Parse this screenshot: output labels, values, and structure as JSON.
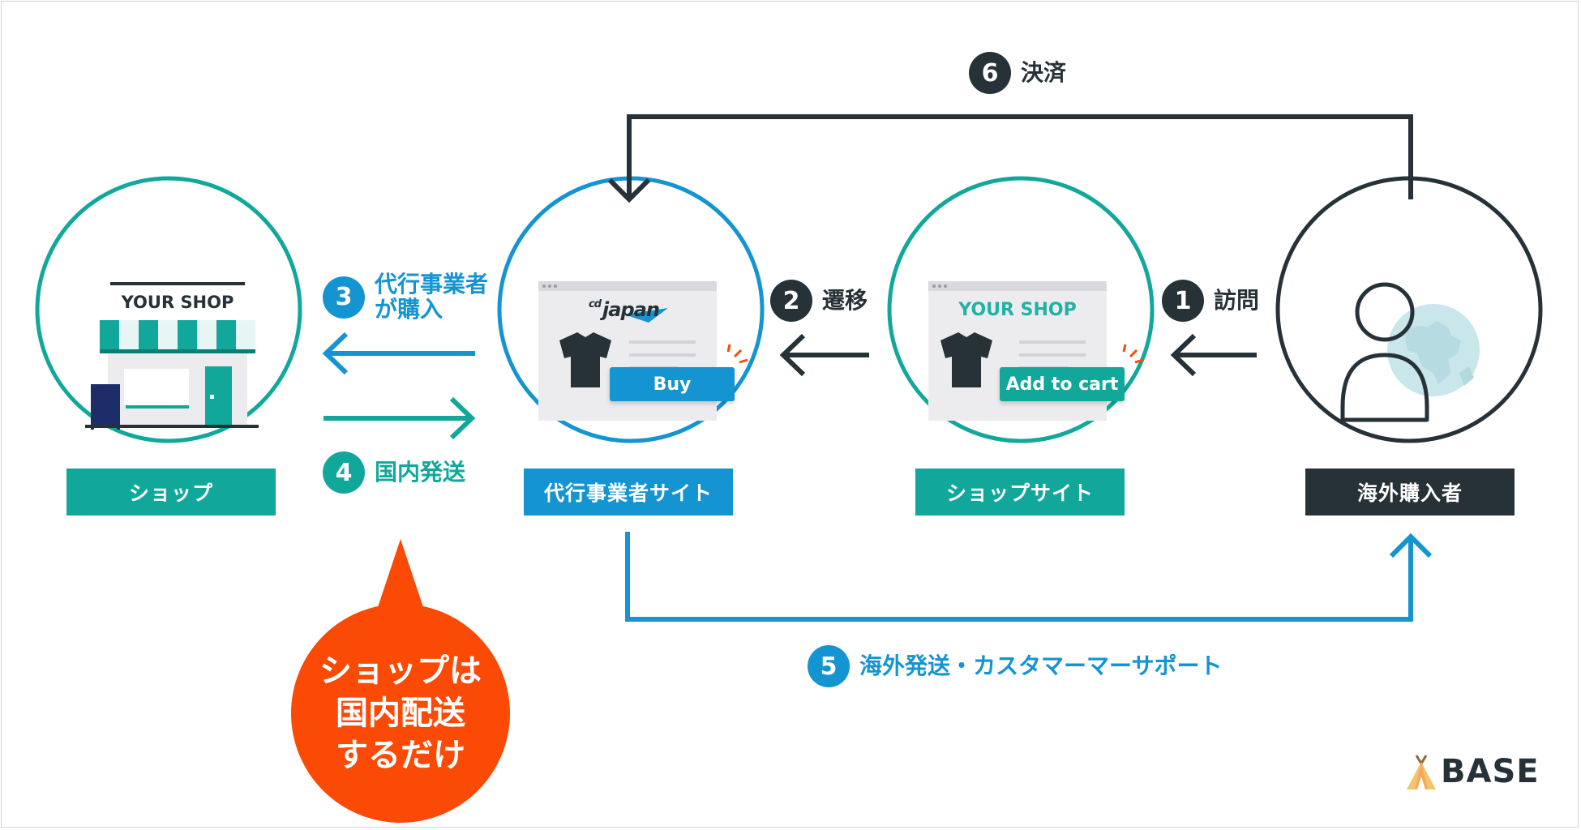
{
  "colors": {
    "teal": "#11a89b",
    "blue": "#1494d1",
    "dark": "#263238",
    "orange": "#fa4a06",
    "light_gray": "#ececef"
  },
  "nodes": {
    "shop": {
      "label": "ショップ",
      "sign": "YOUR SHOP",
      "icon": "shop-icon"
    },
    "agent_site": {
      "label": "代行事業者サイト",
      "brand_small": "cd",
      "brand": "japan",
      "button": "Buy",
      "icon": "tshirt-icon"
    },
    "shop_site": {
      "label": "ショップサイト",
      "title": "YOUR SHOP",
      "button": "Add to cart",
      "icon": "tshirt-icon"
    },
    "buyer": {
      "label": "海外購入者",
      "icon": "person-globe-icon"
    }
  },
  "steps": {
    "s1": {
      "num": "1",
      "text": "訪問"
    },
    "s2": {
      "num": "2",
      "text": "遷移"
    },
    "s3": {
      "num": "3",
      "line1": "代行事業者",
      "line2": "が購入"
    },
    "s4": {
      "num": "4",
      "text": "国内発送"
    },
    "s5": {
      "num": "5",
      "text": "海外発送・カスタマーマーサポート"
    },
    "s6": {
      "num": "6",
      "text": "決済"
    }
  },
  "callout": {
    "line1": "ショップは",
    "line2": "国内配送",
    "line3": "するだけ"
  },
  "logo": {
    "text": "BASE"
  }
}
